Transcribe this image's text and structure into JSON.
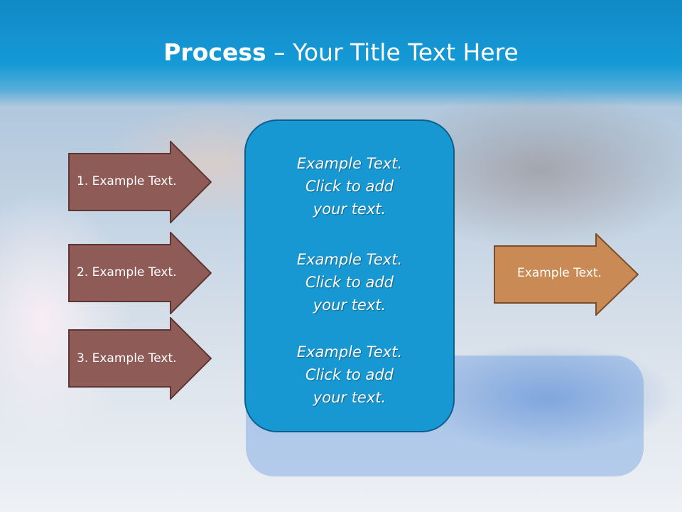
{
  "slide": {
    "title_bold": "Process",
    "title_rest": " – Your Title Text Here",
    "left_steps": [
      {
        "label": "1. Example Text."
      },
      {
        "label": "2. Example Text."
      },
      {
        "label": "3. Example Text."
      }
    ],
    "center_paragraphs": [
      {
        "line1": "Example Text.",
        "line2": "Click  to add",
        "line3": "your text."
      },
      {
        "line1": "Example Text.",
        "line2": "Click  to add",
        "line3": "your text."
      },
      {
        "line1": "Example Text.",
        "line2": "Click  to add",
        "line3": "your text."
      }
    ],
    "right_arrow": {
      "label": "Example Text."
    }
  },
  "colors": {
    "header_blue": "#1189c6",
    "center_box": "#1898d3",
    "step_arrow": "#8f5b57",
    "output_arrow": "#c98a55"
  }
}
